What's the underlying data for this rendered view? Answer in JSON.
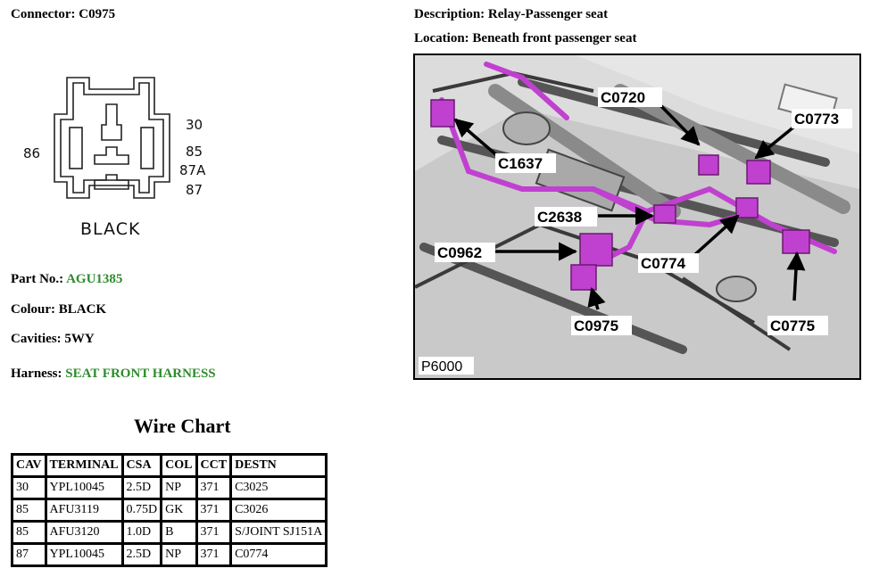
{
  "connector": {
    "label": "Connector:",
    "value": "C0975"
  },
  "description": {
    "label": "Description:",
    "value": "Relay-Passenger seat"
  },
  "location": {
    "label": "Location:",
    "value": "Beneath front passenger seat"
  },
  "pins": {
    "p86": "86",
    "p30": "30",
    "p85": "85",
    "p87a": "87A",
    "p87": "87"
  },
  "diagram_colour": "BLACK",
  "part_no": {
    "label": "Part No.:",
    "value": "AGU1385"
  },
  "colour": {
    "label": "Colour:",
    "value": "BLACK"
  },
  "cavities": {
    "label": "Cavities:",
    "value": "5WY"
  },
  "harness": {
    "label": "Harness:",
    "value": "SEAT FRONT HARNESS"
  },
  "wire_chart": {
    "title": "Wire Chart",
    "headers": [
      "CAV",
      "TERMINAL",
      "CSA",
      "COL",
      "CCT",
      "DESTN"
    ],
    "rows": [
      [
        "30",
        "YPL10045",
        "2.5D",
        "NP",
        "371",
        "C3025"
      ],
      [
        "85",
        "AFU3119",
        "0.75D",
        "GK",
        "371",
        "C3026"
      ],
      [
        "85",
        "AFU3120",
        "1.0D",
        "B",
        "371",
        "S/JOINT SJ151A"
      ],
      [
        "87",
        "YPL10045",
        "2.5D",
        "NP",
        "371",
        "C0774"
      ]
    ]
  },
  "photo": {
    "code": "P6000",
    "callouts": {
      "c0720": "C0720",
      "c0773": "C0773",
      "c1637": "C1637",
      "c2638": "C2638",
      "c0962": "C0962",
      "c0774": "C0774",
      "c0975": "C0975",
      "c0775": "C0775"
    }
  },
  "colors": {
    "harness_green": "#2e8b2e",
    "connector_highlight": "#c040d0"
  }
}
